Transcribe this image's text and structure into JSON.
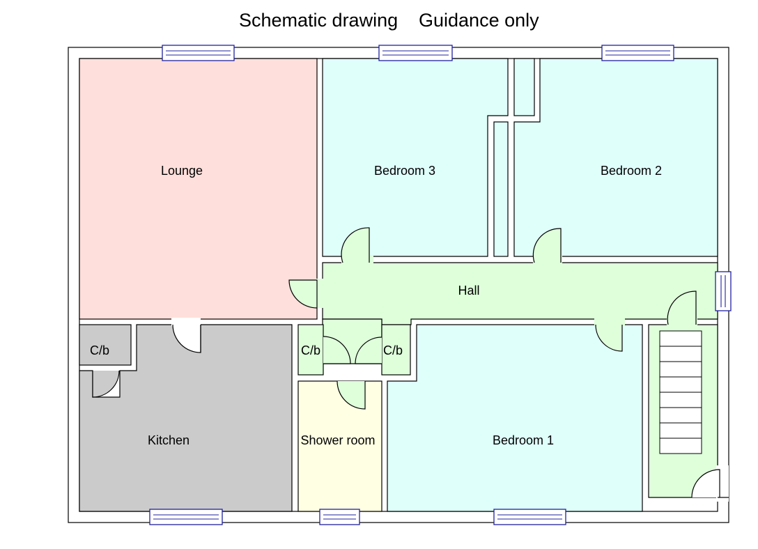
{
  "header": {
    "schematic": "Schematic drawing",
    "guidance": "Guidance only"
  },
  "rooms": {
    "lounge": "Lounge",
    "bedroom3": "Bedroom 3",
    "bedroom2": "Bedroom 2",
    "hall": "Hall",
    "cb_kitchen": "C/b",
    "cb_hall_left": "C/b",
    "cb_hall_right": "C/b",
    "kitchen": "Kitchen",
    "shower": "Shower room",
    "bedroom1": "Bedroom 1"
  },
  "colors": {
    "lounge": "#ffdfdb",
    "bedroom": "#dffffb",
    "hall": "#dfffdb",
    "kitchen": "#cbcbcb",
    "shower": "#ffffe3",
    "wall": "#000000",
    "window": "#2020a0"
  },
  "stairs": {
    "steps": 8
  }
}
